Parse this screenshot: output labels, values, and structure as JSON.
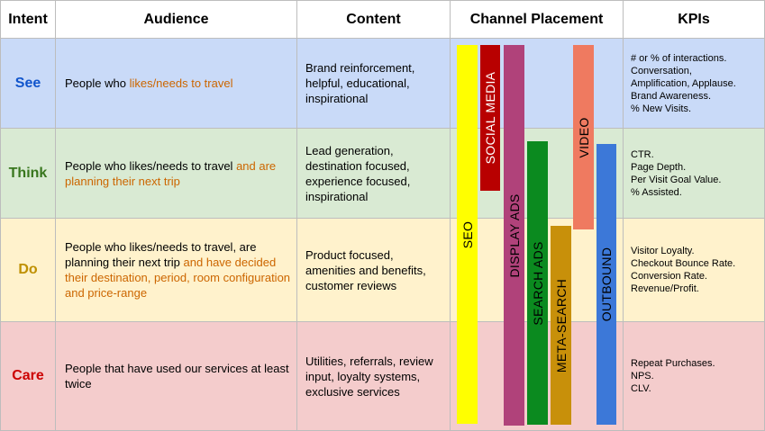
{
  "headers": {
    "intent": "Intent",
    "audience": "Audience",
    "content": "Content",
    "channel": "Channel Placement",
    "kpis": "KPIs"
  },
  "rows": [
    {
      "intent": "See",
      "intent_color": "#1155cc",
      "audience_plain": "People who ",
      "audience_highlight": "likes/needs to travel",
      "content": [
        "Brand reinforcement,",
        "helpful, educational,",
        "inspirational"
      ],
      "kpis": [
        "# or % of interactions.",
        "Conversation,",
        "Amplification, Applause.",
        "Brand Awareness.",
        "% New Visits."
      ]
    },
    {
      "intent": "Think",
      "intent_color": "#38761d",
      "audience_plain": "People who likes/needs to travel ",
      "audience_highlight": "and are planning their next trip",
      "content": [
        "Lead generation,",
        "destination focused,",
        "experience focused,",
        "inspirational"
      ],
      "kpis": [
        "CTR.",
        "Page Depth.",
        "Per Visit Goal Value.",
        "% Assisted."
      ]
    },
    {
      "intent": "Do",
      "intent_color": "#bf9000",
      "audience_plain": "People who likes/needs to travel, are planning their next trip ",
      "audience_highlight": "and have decided their destination, period, room configuration and price-range",
      "content": [
        "Product focused,",
        "amenities and benefits,",
        "customer reviews"
      ],
      "kpis": [
        "Visitor Loyalty.",
        "Checkout Bounce Rate.",
        "Conversion Rate.",
        "Revenue/Profit."
      ]
    },
    {
      "intent": "Care",
      "intent_color": "#cc0000",
      "audience_plain": "People that have used our services at least twice",
      "audience_highlight": "",
      "content": [
        "Utilities, referrals, review",
        "input, loyalty systems,",
        "exclusive services"
      ],
      "kpis": [
        "Repeat Purchases.",
        "NPS.",
        "CLV."
      ]
    }
  ],
  "channels": [
    {
      "label": "SEO",
      "color": "#ffff00",
      "text_color": "#000000"
    },
    {
      "label": "SOCIAL MEDIA",
      "color": "#b80000",
      "text_color": "#ffffff"
    },
    {
      "label": "DISPLAY ADS",
      "color": "#b0427a",
      "text_color": "#000000"
    },
    {
      "label": "SEARCH ADS",
      "color": "#0b8a1f",
      "text_color": "#000000"
    },
    {
      "label": "META-SEARCH",
      "color": "#c8900a",
      "text_color": "#000000"
    },
    {
      "label": "VIDEO",
      "color": "#ef7a60",
      "text_color": "#000000"
    },
    {
      "label": "OUTBOUND",
      "color": "#3c78d8",
      "text_color": "#000000"
    }
  ]
}
